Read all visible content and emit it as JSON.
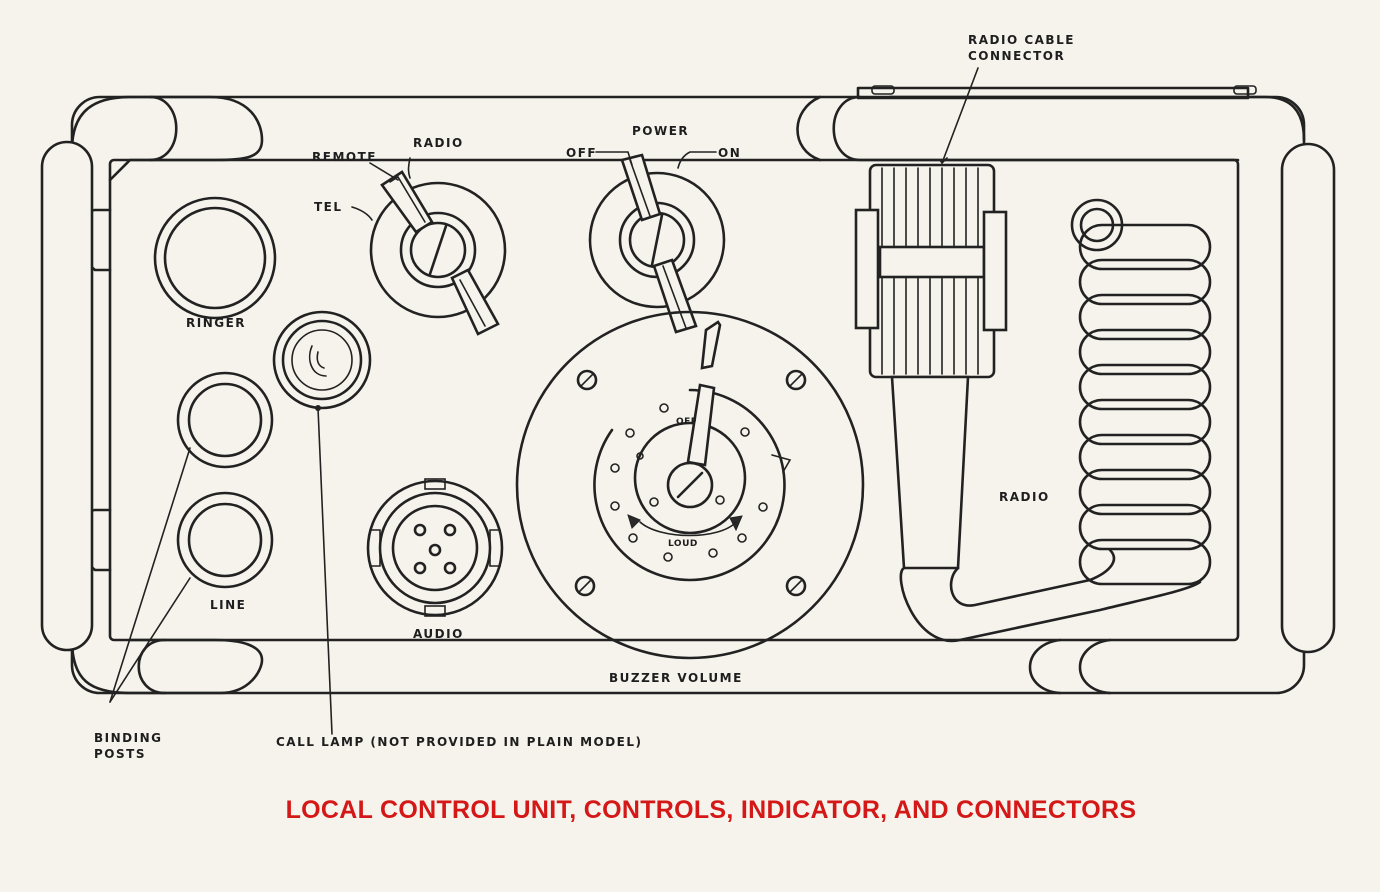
{
  "labels": {
    "radio_cable_connector_line1": "RADIO CABLE",
    "radio_cable_connector_line2": "CONNECTOR",
    "remote": "REMOTE",
    "radio_switch": "RADIO",
    "tel": "TEL",
    "off": "OFF",
    "power": "POWER",
    "on": "ON",
    "ringer": "RINGER",
    "line": "LINE",
    "audio": "AUDIO",
    "buzzer_volume": "BUZZER VOLUME",
    "radio_cable": "RADIO",
    "dial_off": "OFF",
    "dial_loud": "LOUD",
    "binding_posts_line1": "BINDING",
    "binding_posts_line2": "POSTS",
    "call_lamp": "CALL LAMP (NOT PROVIDED IN PLAIN MODEL)"
  },
  "caption": "LOCAL CONTROL UNIT, CONTROLS, INDICATOR, AND CONNECTORS",
  "colors": {
    "caption": "#d41818",
    "line": "#222222",
    "paper": "#f6f3ec"
  }
}
